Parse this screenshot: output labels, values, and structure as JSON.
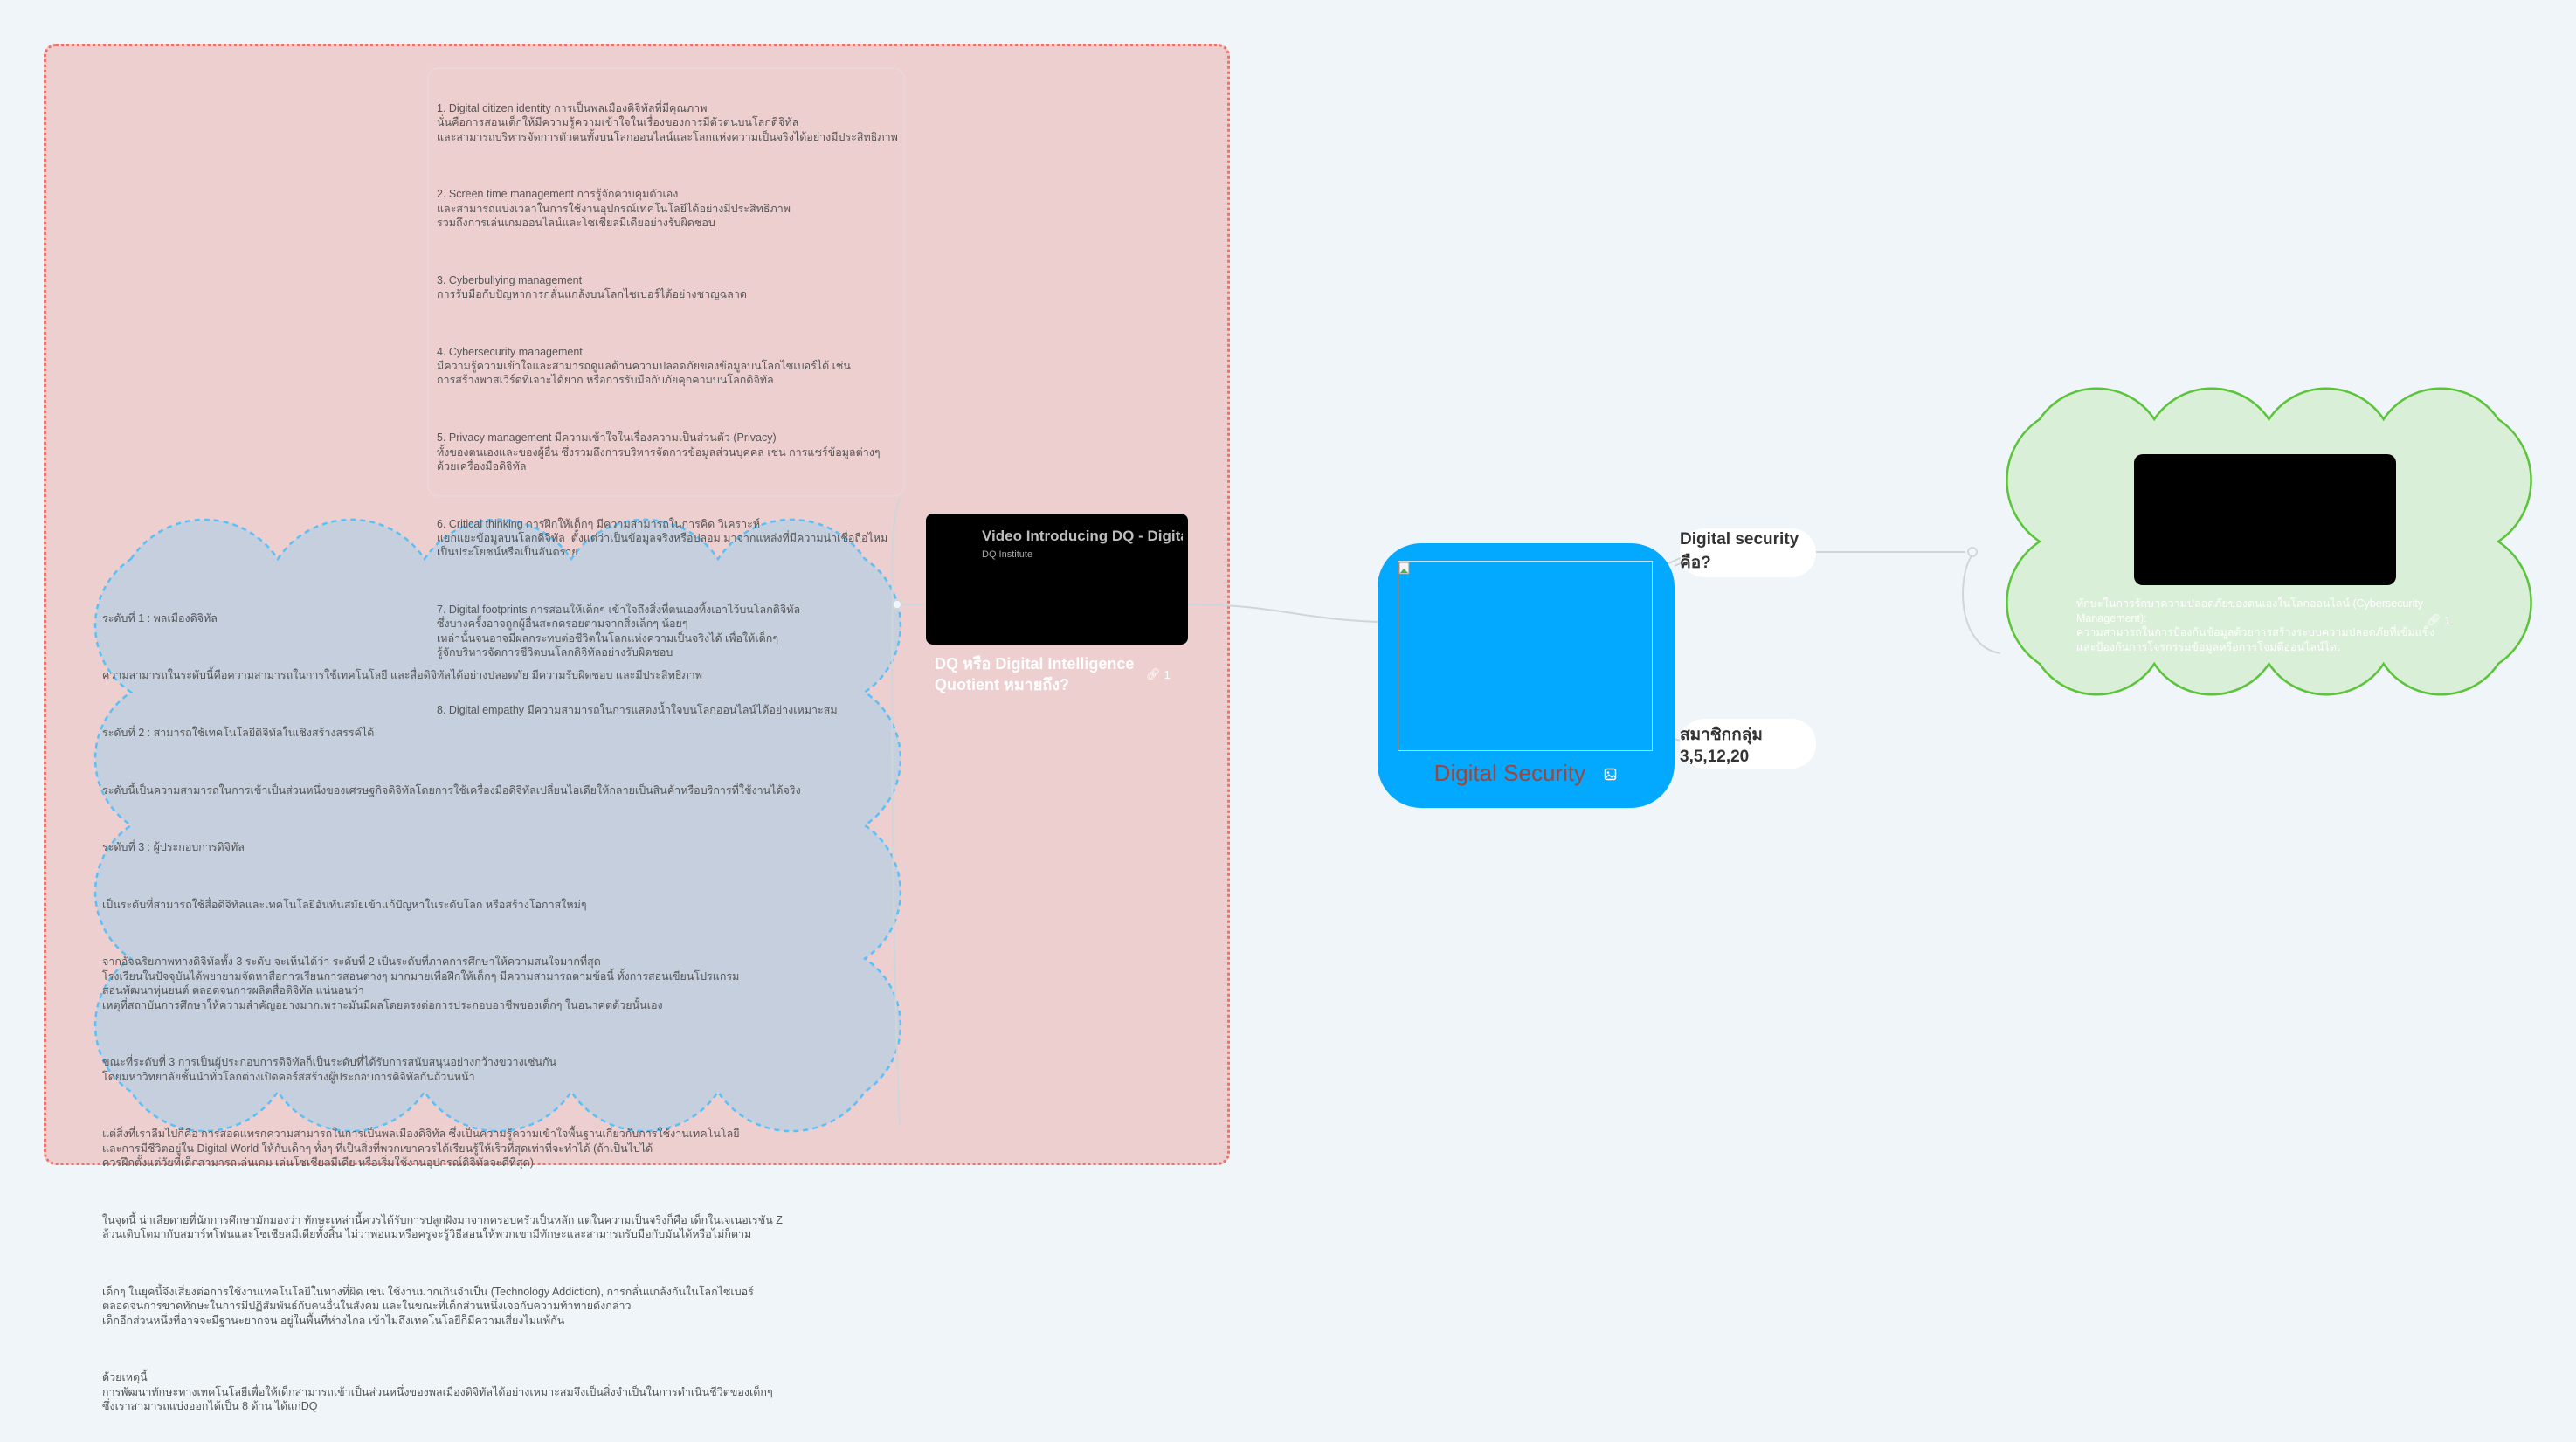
{
  "central_topic": {
    "title": "Digital Security",
    "image_icon": "image-icon",
    "background": "#02a9ff",
    "title_color": "#a0453b"
  },
  "dq_branch": {
    "label": "DQ หรือ Digital Intelligence\nQuotient หมายถึง?",
    "link_count": "1",
    "video": {
      "title": "Video Introducing DQ - Digital Intelligence",
      "channel": "DQ Institute"
    },
    "competencies": [
      "1. Digital citizen identity การเป็นพลเมืองดิจิทัลที่มีคุณภาพ\nนั่นคือการสอนเด็กให้มีความรู้ความเข้าใจในเรื่องของการมีตัวตนบนโลกดิจิทัล\nและสามารถบริหารจัดการตัวตนทั้งบนโลกออนไลน์และโลกแห่งความเป็นจริงได้อย่างมีประสิทธิภาพ",
      "2. Screen time management การรู้จักควบคุมตัวเอง\nและสามารถแบ่งเวลาในการใช้งานอุปกรณ์เทคโนโลยีได้อย่างมีประสิทธิภาพ\nรวมถึงการเล่นเกมออนไลน์และโซเชียลมีเดียอย่างรับผิดชอบ",
      "3. Cyberbullying management\nการรับมือกับปัญหาการกลั่นแกล้งบนโลกไซเบอร์ได้อย่างชาญฉลาด",
      "4. Cybersecurity management\nมีความรู้ความเข้าใจและสามารถดูแลด้านความปลอดภัยของข้อมูลบนโลกไซเบอร์ได้ เช่น\nการสร้างพาสเวิร์ดที่เจาะได้ยาก หรือการรับมือกับภัยคุกคามบนโลกดิจิทัล",
      "5. Privacy management มีความเข้าใจในเรื่องความเป็นส่วนตัว (Privacy)\nทั้งของตนเองและของผู้อื่น ซึ่งรวมถึงการบริหารจัดการข้อมูลส่วนบุคคล เช่น การแชร์ข้อมูลต่างๆ\nด้วยเครื่องมือดิจิทัล",
      "6. Critical thinking การฝึกให้เด็กๆ มีความสามารถในการคิด วิเคราะห์\nแยกแยะข้อมูลบนโลกดิจิทัล  ตั้งแต่ว่าเป็นข้อมูลจริงหรือปลอม มาจากแหล่งที่มีความน่าเชื่อถือไหม\nเป็นประโยชน์หรือเป็นอันตราย",
      "7. Digital footprints การสอนให้เด็กๆ เข้าใจถึงสิ่งที่ตนเองทิ้งเอาไว้บนโลกดิจิทัล\nซึ่งบางครั้งอาจถูกผู้อื่นสะกดรอยตามจากสิ่งเล็กๆ น้อยๆ\nเหล่านั้นจนอาจมีผลกระทบต่อชีวิตในโลกแห่งความเป็นจริงได้ เพื่อให้เด็กๆ\nรู้จักบริหารจัดการชีวิตบนโลกดิจิทัลอย่างรับผิดชอบ",
      "8. Digital empathy มีความสามารถในการแสดงน้ำใจบนโลกออนไลน์ได้อย่างเหมาะสม"
    ],
    "levels": [
      "ระดับที่ 1 : พลเมืองดิจิทัล",
      "ความสามารถในระดับนี้คือความสามารถในการใช้เทคโนโลยี และสื่อดิจิทัลได้อย่างปลอดภัย มีความรับผิดชอบ และมีประสิทธิภาพ",
      "ระดับที่ 2 : สามารถใช้เทคโนโลยีดิจิทัลในเชิงสร้างสรรค์ได้",
      "ระดับนี้เป็นความสามารถในการเข้าเป็นส่วนหนึ่งของเศรษฐกิจดิจิทัลโดยการใช้เครื่องมือดิจิทัลเปลี่ยนไอเดียให้กลายเป็นสินค้าหรือบริการที่ใช้งานได้จริง",
      "ระดับที่ 3 : ผู้ประกอบการดิจิทัล",
      "เป็นระดับที่สามารถใช้สื่อดิจิทัลและเทคโนโลยีอันทันสมัยเข้าแก้ปัญหาในระดับโลก หรือสร้างโอกาสใหม่ๆ",
      "จากอัจฉริยภาพทางดิจิทัลทั้ง 3 ระดับ จะเห็นได้ว่า ระดับที่ 2 เป็นระดับที่ภาคการศึกษาให้ความสนใจมากที่สุด\nโรงเรียนในปัจจุบันได้พยายามจัดหาสื่อการเรียนการสอนต่างๆ มากมายเพื่อฝึกให้เด็กๆ มีความสามารถตามข้อนี้ ทั้งการสอนเขียนโปรแกรม\nสอนพัฒนาหุ่นยนต์ ตลอดจนการผลิตสื่อดิจิทัล แน่นอนว่า\nเหตุที่สถาบันการศึกษาให้ความสำคัญอย่างมากเพราะมันมีผลโดยตรงต่อการประกอบอาชีพของเด็กๆ ในอนาคตด้วยนั้นเอง",
      "ขณะที่ระดับที่ 3 การเป็นผู้ประกอบการดิจิทัลก็เป็นระดับที่ได้รับการสนับสนุนอย่างกว้างขวางเช่นกัน\nโดยมหาวิทยาลัยชั้นนำทั่วโลกต่างเปิดคอร์สสร้างผู้ประกอบการดิจิทัลกันถ้วนหน้า",
      "แต่สิ่งที่เราลืมไปก็คือ การสอดแทรกความสามารถในการเป็นพลเมืองดิจิทัล ซึ่งเป็นความรู้ความเข้าใจพื้นฐานเกี่ยวกับการใช้งานเทคโนโลยี\nและการมีชีวิตอยู่ใน Digital World ให้กับเด็กๆ ทั้งๆ ที่เป็นสิ่งที่พวกเขาควรได้เรียนรู้ให้เร็วที่สุดเท่าที่จะทำได้ (ถ้าเป็นไปได้\nควรฝึกตั้งแต่วัยที่เด็กสามารถเล่นเกม เล่นโซเชียลมีเดีย หรือเริ่มใช้งานอุปกรณ์ดิจิทัลจะดีที่สุด)",
      "ในจุดนี้ น่าเสียดายที่นักการศึกษามักมองว่า ทักษะเหล่านี้ควรได้รับการปลูกฝังมาจากครอบครัวเป็นหลัก แต่ในความเป็นจริงก็คือ เด็กในเจเนอเรชัน Z\nล้วนเติบโตมากับสมาร์ทโฟนและโซเชียลมีเดียทั้งสิ้น ไม่ว่าพ่อแม่หรือครูจะรู้วิธีสอนให้พวกเขามีทักษะและสามารถรับมือกับมันได้หรือไม่ก็ตาม",
      "เด็กๆ ในยุคนี้จึงเสี่ยงต่อการใช้งานเทคโนโลยีในทางที่ผิด เช่น ใช้งานมากเกินจำเป็น (Technology Addiction), การกลั่นแกล้งกันในโลกไซเบอร์\nตลอดจนการขาดทักษะในการมีปฏิสัมพันธ์กับคนอื่นในสังคม และในขณะที่เด็กส่วนหนึ่งเจอกับความท้าทายดังกล่าว\nเด็กอีกส่วนหนึ่งที่อาจจะมีฐานะยากจน อยู่ในพื้นที่ห่างไกล เข้าไม่ถึงเทคโนโลยีก็มีความเสี่ยงไม่แพ้กัน",
      "ด้วยเหตุนี้\nการพัฒนาทักษะทางเทคโนโลยีเพื่อให้เด็กสามารถเข้าเป็นส่วนหนึ่งของพลเมืองดิจิทัลได้อย่างเหมาะสมจึงเป็นสิ่งจำเป็นในการดำเนินชีวิตของเด็กๆ\nซึ่งเราสามารถแบ่งออกได้เป็น 8 ด้าน ได้แก่DQ"
    ]
  },
  "right_topics": {
    "what_is": {
      "label": "Digital security คือ?",
      "note": "ทักษะในการรักษาความปลอดภัยของตนเองในโลกออนไลน์ (Cybersecurity\nManagement):\nความสามารถในการป้องกันข้อมูลด้วยการสร้างระบบความปลอดภัยที่เข้มแข็ง\nและป้องกันการโจรกรรมข้อมูลหรือการโจมตีออนไลน์ไดเ",
      "link_count": "1"
    },
    "members": {
      "label": "สมาชิกกลุ่ม 3,5,12,20"
    }
  },
  "colors": {
    "boundary_fill": "#eecfd0",
    "boundary_border": "#e8736b",
    "blue_cloud_fill": "#c5cfdd",
    "blue_cloud_border": "#5bc0f7",
    "green_cloud_fill": "#d9efd8",
    "green_cloud_border": "#5cc43a"
  }
}
